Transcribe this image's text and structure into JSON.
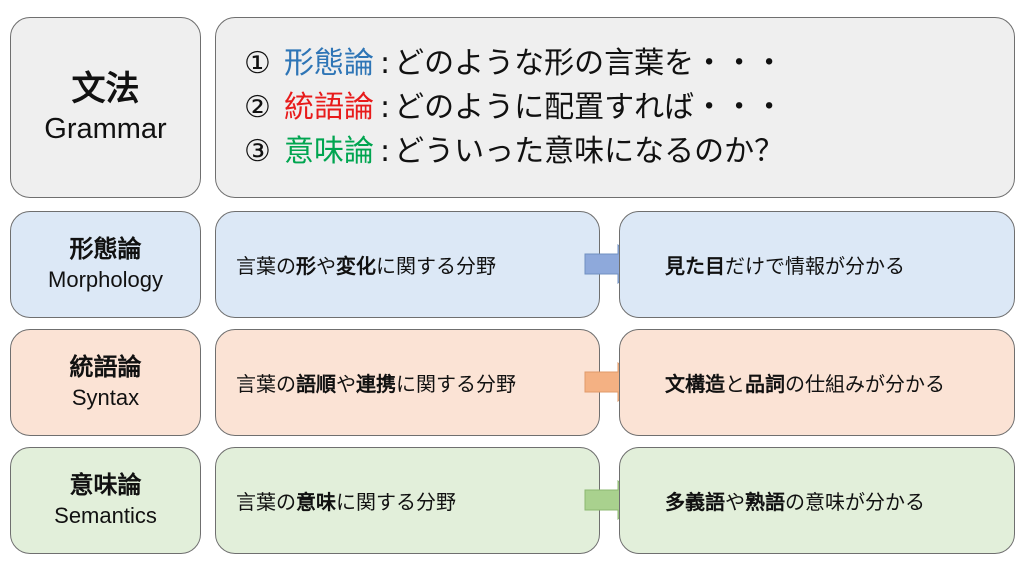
{
  "title": {
    "jp": "文法",
    "en": "Grammar"
  },
  "overview": [
    {
      "num": "①",
      "term": "形態論",
      "sep": ":",
      "rest": "どのような形の言葉を・・・",
      "color": "#2e75b6"
    },
    {
      "num": "②",
      "term": "統語論",
      "sep": ":",
      "rest": "どのように配置すれば・・・",
      "color": "#e81b1b"
    },
    {
      "num": "③",
      "term": "意味論",
      "sep": ":",
      "rest": "どういった意味になるのか？",
      "color": "#00a550"
    }
  ],
  "rows": [
    {
      "label_jp": "形態論",
      "label_en": "Morphology",
      "desc": [
        "言葉の",
        "形",
        "や",
        "変化",
        "に関する分野"
      ],
      "result": [
        "見た目",
        "だけで情報が分かる"
      ],
      "box_color": "#dce8f6",
      "arrow_color": "#8ea9db"
    },
    {
      "label_jp": "統語論",
      "label_en": "Syntax",
      "desc": [
        "言葉の",
        "語順",
        "や",
        "連携",
        "に関する分野"
      ],
      "result": [
        "文構造",
        "と",
        "品詞",
        "の仕組みが分かる"
      ],
      "box_color": "#fbe3d5",
      "arrow_color": "#f4b183"
    },
    {
      "label_jp": "意味論",
      "label_en": "Semantics",
      "desc": [
        "言葉の",
        "意味",
        "に関する分野"
      ],
      "result": [
        "多義語",
        "や",
        "熟語",
        "の意味が分かる"
      ],
      "box_color": "#e2efda",
      "arrow_color": "#a9d18e"
    }
  ]
}
